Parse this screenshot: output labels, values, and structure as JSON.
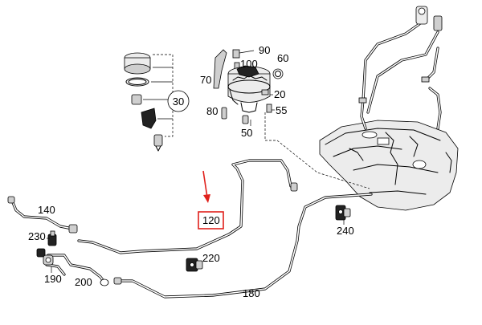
{
  "callouts": {
    "c30": "30",
    "c60": "60",
    "c70": "70",
    "c80": "80",
    "c90": "90",
    "c100": "100",
    "c20": "20",
    "c50": "50",
    "c55": "55",
    "c120": "120",
    "c140": "140",
    "c230": "230",
    "c190": "190",
    "c200": "200",
    "c220": "220",
    "c180": "180",
    "c240": "240"
  },
  "colors": {
    "highlight": "#e0201b",
    "line": "#000000",
    "background": "#ffffff"
  }
}
